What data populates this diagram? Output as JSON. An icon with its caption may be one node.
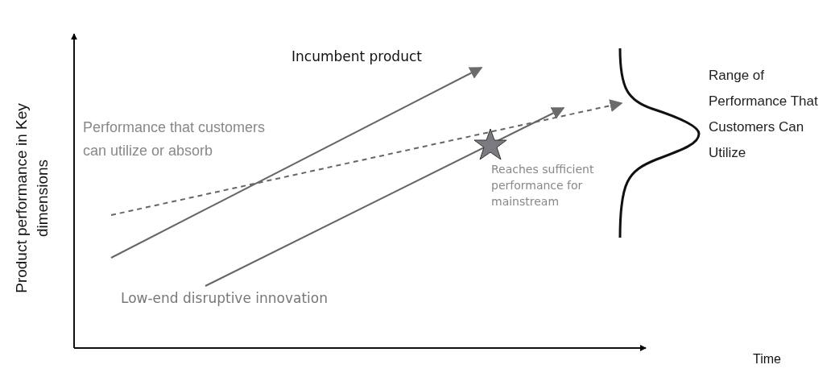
{
  "diagram": {
    "labels": [
      "Incumbent product",
      "Range of Performance That Customers Can Utilize",
      "Product performance in Key dimensions",
      "Performance that customers can utilize or absorb",
      "Reaches sufficient performance for mainstream",
      "Low-end disruptive innovation",
      "Time"
    ]
  }
}
